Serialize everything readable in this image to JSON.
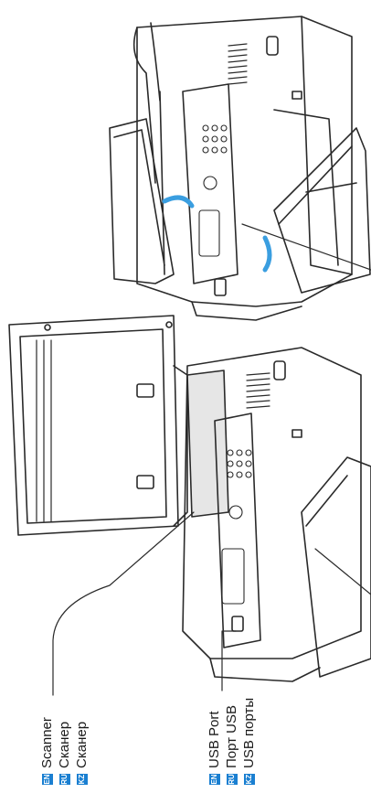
{
  "labels": {
    "scanner": [
      {
        "lang": "EN",
        "text": "Scanner",
        "badge_color": "#1a7fd1"
      },
      {
        "lang": "RU",
        "text": "Сканер",
        "badge_color": "#1a7fd1"
      },
      {
        "lang": "KZ",
        "text": "Сканер",
        "badge_color": "#1a7fd1"
      }
    ],
    "usb_port": [
      {
        "lang": "EN",
        "text": "USB Port",
        "badge_color": "#1a7fd1"
      },
      {
        "lang": "RU",
        "text": "Порт USB",
        "badge_color": "#1a7fd1"
      },
      {
        "lang": "KZ",
        "text": "USB порты",
        "badge_color": "#1a7fd1"
      }
    ]
  },
  "illustrations": {
    "left": "printer-scanner-lid-open-illustration",
    "right": "printer-closed-illustration"
  }
}
